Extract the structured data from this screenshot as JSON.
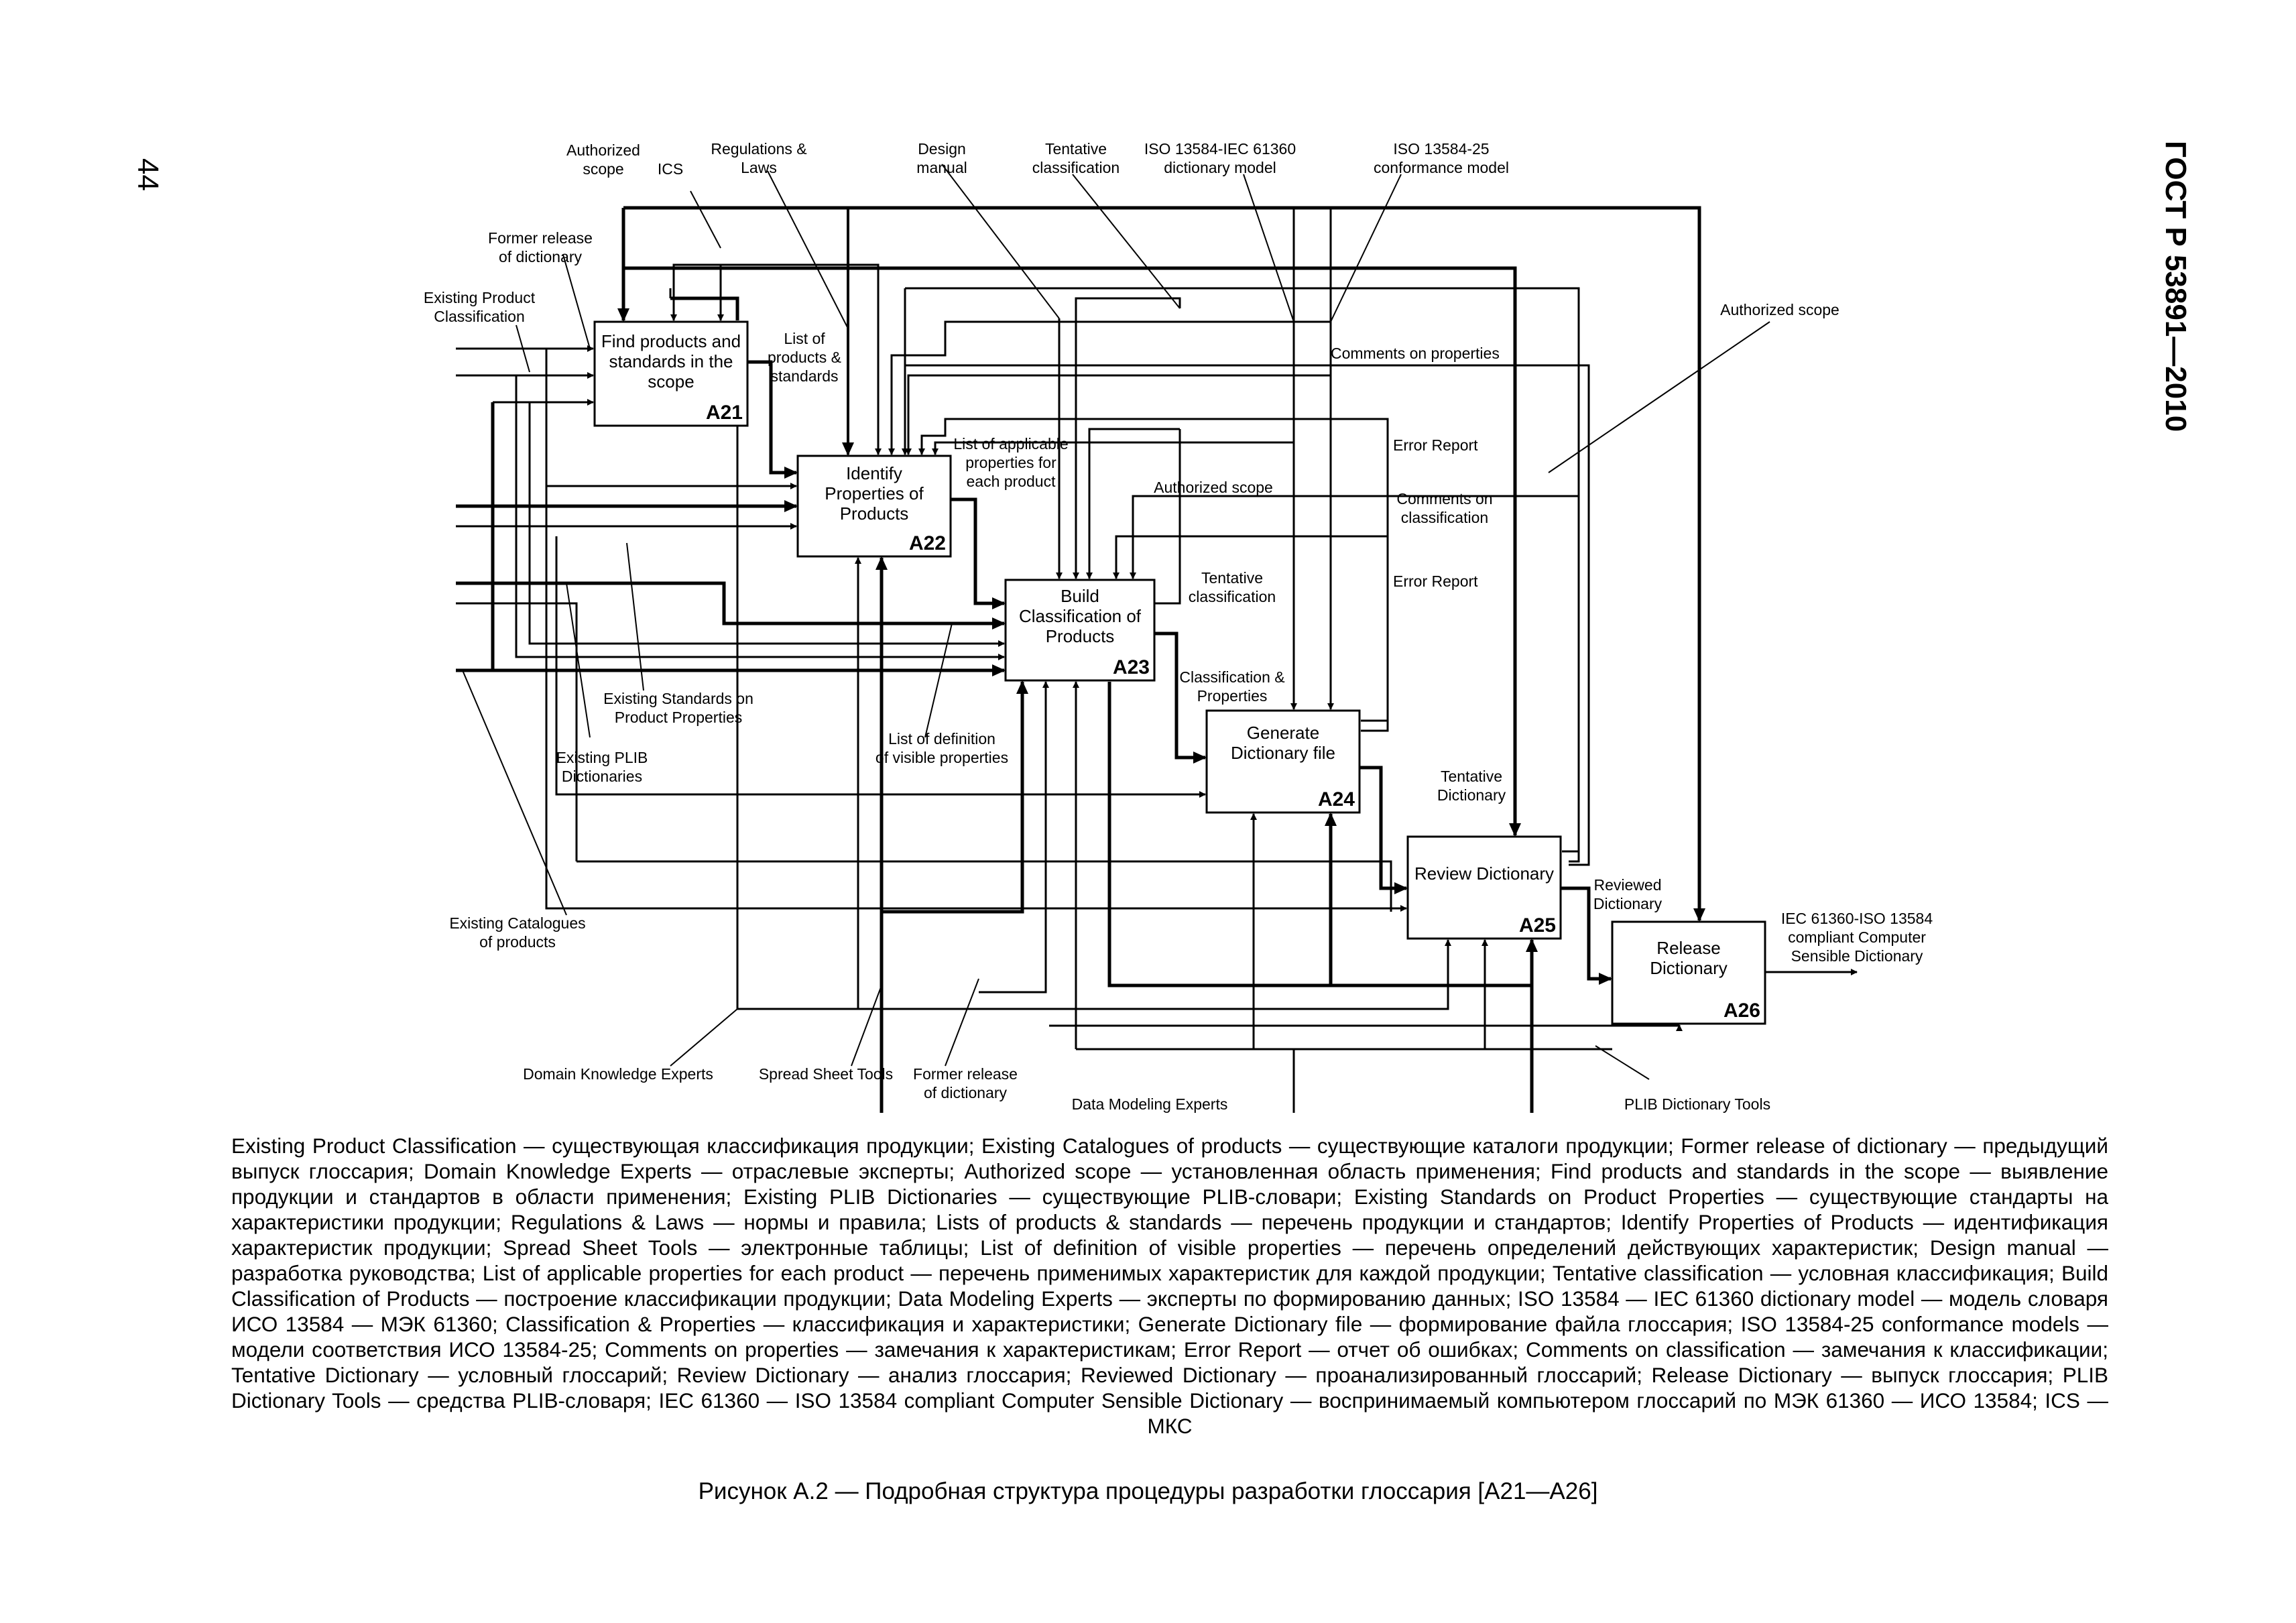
{
  "page_number": "44",
  "standard": "ГОСТ Р 53891—2010",
  "boxes": [
    {
      "id": "A21",
      "text": [
        "Find products and",
        "standards in the",
        "scope"
      ]
    },
    {
      "id": "A22",
      "text": [
        "Identify",
        "Properties of",
        "Products"
      ]
    },
    {
      "id": "A23",
      "text": [
        "Build",
        "Classification of",
        "Products"
      ]
    },
    {
      "id": "A24",
      "text": [
        "Generate",
        "Dictionary file"
      ]
    },
    {
      "id": "A25",
      "text": [
        "Review Dictionary"
      ]
    },
    {
      "id": "A26",
      "text": [
        "Release",
        "Dictionary"
      ]
    }
  ],
  "labels": {
    "authorized_scope": [
      "Authorized",
      "scope"
    ],
    "ics": "ICS",
    "regulations": [
      "Regulations &",
      "Laws"
    ],
    "design_manual": [
      "Design",
      "manual"
    ],
    "tentative_classification": [
      "Tentative",
      "classification"
    ],
    "iso_model": [
      "ISO 13584-IEC 61360",
      "dictionary model"
    ],
    "iso_conf": [
      "ISO 13584-25",
      "conformance model"
    ],
    "former_release": [
      "Former release",
      "of dictionary"
    ],
    "existing_classification": [
      "Existing Product",
      "Classification"
    ],
    "authorized_scope_right": "Authorized scope",
    "comments_properties": "Comments on properties",
    "list_products": [
      "List of",
      "products &",
      "standards"
    ],
    "list_applicable": [
      "List of applicable",
      "properties for",
      "each product"
    ],
    "error_report_1": "Error Report",
    "authorized_scope_mid": "Authorized scope",
    "comments_classification": [
      "Comments on",
      "classification"
    ],
    "error_report_2": "Error Report",
    "tentative_class_mid": [
      "Tentative",
      "classification"
    ],
    "class_props": [
      "Classification &",
      "Properties"
    ],
    "existing_standards": [
      "Existing Standards on",
      "Product Properties"
    ],
    "existing_plib": [
      "Existing PLIB",
      "Dictionaries"
    ],
    "list_definition": [
      "List of definition",
      "of visible properties"
    ],
    "tentative_dictionary": [
      "Tentative",
      "Dictionary"
    ],
    "reviewed_dictionary": [
      "Reviewed",
      "Dictionary"
    ],
    "iec_output": [
      "IEC 61360-ISO 13584",
      "compliant Computer",
      "Sensible Dictionary"
    ],
    "existing_catalogues": [
      "Existing Catalogues",
      "of products"
    ],
    "domain_experts": "Domain Knowledge Experts",
    "spreadsheet": "Spread Sheet Tools",
    "former_release_bottom": [
      "Former release",
      "of dictionary"
    ],
    "data_modeling": "Data Modeling Experts",
    "plib_tools": "PLIB Dictionary Tools"
  },
  "legend": "Existing Product Classification — существующая классификация продукции; Existing Catalogues of products — существующие каталоги продукции; Former release of dictionary — предыдущий выпуск глоссария; Domain Knowledge Experts — отраслевые эксперты; Authorized scope — установленная область применения; Find products and standards in the scope — выявление продукции и стандартов в области применения; Existing PLIB Dictionaries — существующие PLIB-словари; Existing Standards on Product Properties — существующие стандарты на характеристики продукции; Regulations & Laws — нормы и правила; Lists of products & standards — перечень продукции и стандартов; Identify Properties of Products — идентификация характеристик продукции; Spread Sheet Tools — электронные таблицы; List of definition of visible properties — перечень определений действующих характеристик; Design manual — разработка руководства; List of applicable properties for each product — перечень применимых характеристик для каждой продукции; Tentative classification — условная классификация; Build Classification of Products — построение классификации продукции; Data Modeling Experts — эксперты по формированию данных; ISO 13584 — IEC 61360 dictionary model — модель словаря ИСО 13584 — МЭК 61360; Classification & Properties — классификация и характеристики; Generate Dictionary file — формирование файла глоссария; ISO 13584-25 conformance models — модели соответствия ИСО 13584-25; Comments on properties — замечания к характеристикам; Error Report — отчет об ошибках; Comments on classification — замечания к классификации; Tentative Dictionary — условный глоссарий; Review Dictionary — анализ глоссария; Reviewed Dictionary — проанализированный глоссарий; Release Dictionary — выпуск глоссария; PLIB Dictionary Tools — средства PLIB-словаря; IEC 61360 — ISO 13584 compliant Computer Sensible Dictionary — воспринимаемый компьютером глоссарий по МЭК 61360 — ИСО 13584; ICS — МКС",
  "caption": "Рисунок А.2 — Подробная структура процедуры разработки глоссария [A21—A26]"
}
